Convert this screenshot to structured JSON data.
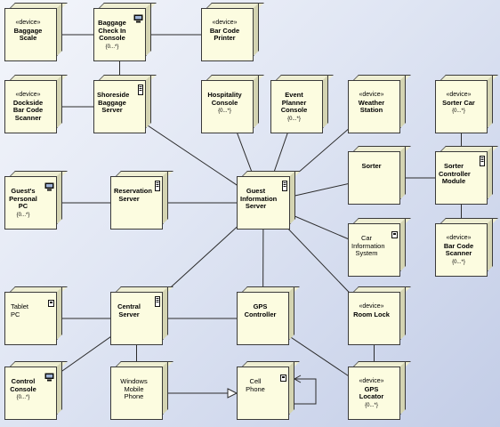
{
  "nodes": [
    {
      "id": "baggage-scale",
      "stereotype": "«device»",
      "name": "Baggage Scale",
      "multiplicity": ""
    },
    {
      "id": "baggage-check-in",
      "stereotype": "",
      "name": "Baggage Check In Console",
      "multiplicity": "{0...*}"
    },
    {
      "id": "bar-code-printer",
      "stereotype": "«device»",
      "name": "Bar Code Printer",
      "multiplicity": ""
    },
    {
      "id": "dockside-scanner",
      "stereotype": "«device»",
      "name": "Dockside Bar Code Scanner",
      "multiplicity": ""
    },
    {
      "id": "shoreside-server",
      "stereotype": "",
      "name": "Shoreside Baggage Server",
      "multiplicity": ""
    },
    {
      "id": "hospitality-console",
      "stereotype": "",
      "name": "Hospitality Console",
      "multiplicity": "{0...*}"
    },
    {
      "id": "event-planner",
      "stereotype": "",
      "name": "Event Planner Console",
      "multiplicity": "{0...*}"
    },
    {
      "id": "weather-station",
      "stereotype": "«device»",
      "name": "Weather Station",
      "multiplicity": ""
    },
    {
      "id": "sorter-car",
      "stereotype": "«device»",
      "name": "Sorter Car",
      "multiplicity": "{0...*}"
    },
    {
      "id": "guests-pc",
      "stereotype": "",
      "name": "Guest's Personal PC",
      "multiplicity": "{0...*}"
    },
    {
      "id": "reservation-server",
      "stereotype": "",
      "name": "Reservation Server",
      "multiplicity": ""
    },
    {
      "id": "guest-info-server",
      "stereotype": "",
      "name": "Guest Information Server",
      "multiplicity": ""
    },
    {
      "id": "sorter",
      "stereotype": "",
      "name": "Sorter",
      "multiplicity": ""
    },
    {
      "id": "sorter-controller",
      "stereotype": "",
      "name": "Sorter Controller Module",
      "multiplicity": ""
    },
    {
      "id": "car-info-system",
      "stereotype": "",
      "name": "Car Information System",
      "multiplicity": ""
    },
    {
      "id": "bar-code-scanner",
      "stereotype": "«device»",
      "name": "Bar Code Scanner",
      "multiplicity": "{0...*}"
    },
    {
      "id": "tablet-pc",
      "stereotype": "",
      "name": "Tablet PC",
      "multiplicity": ""
    },
    {
      "id": "central-server",
      "stereotype": "",
      "name": "Central Server",
      "multiplicity": ""
    },
    {
      "id": "gps-controller",
      "stereotype": "",
      "name": "GPS Controller",
      "multiplicity": ""
    },
    {
      "id": "room-lock",
      "stereotype": "«device»",
      "name": "Room Lock",
      "multiplicity": ""
    },
    {
      "id": "control-console",
      "stereotype": "",
      "name": "Control Console",
      "multiplicity": "{0...*}"
    },
    {
      "id": "windows-mobile",
      "stereotype": "",
      "name": "Windows Mobile Phone",
      "multiplicity": ""
    },
    {
      "id": "cell-phone",
      "stereotype": "",
      "name": "Cell Phone",
      "multiplicity": ""
    },
    {
      "id": "gps-locator",
      "stereotype": "«device»",
      "name": "GPS Locator",
      "multiplicity": "{0...*}"
    }
  ],
  "links": [
    [
      "baggage-scale",
      "baggage-check-in"
    ],
    [
      "baggage-check-in",
      "bar-code-printer"
    ],
    [
      "baggage-check-in",
      "shoreside-server"
    ],
    [
      "dockside-scanner",
      "shoreside-server"
    ],
    [
      "shoreside-server",
      "guest-info-server"
    ],
    [
      "hospitality-console",
      "guest-info-server"
    ],
    [
      "event-planner",
      "guest-info-server"
    ],
    [
      "weather-station",
      "guest-info-server"
    ],
    [
      "guests-pc",
      "reservation-server"
    ],
    [
      "reservation-server",
      "guest-info-server"
    ],
    [
      "guest-info-server",
      "sorter"
    ],
    [
      "sorter",
      "sorter-controller"
    ],
    [
      "sorter-car",
      "sorter-controller"
    ],
    [
      "sorter-controller",
      "bar-code-scanner"
    ],
    [
      "guest-info-server",
      "car-info-system"
    ],
    [
      "guest-info-server",
      "central-server"
    ],
    [
      "guest-info-server",
      "gps-controller"
    ],
    [
      "guest-info-server",
      "room-lock"
    ],
    [
      "tablet-pc",
      "central-server"
    ],
    [
      "central-server",
      "gps-controller"
    ],
    [
      "control-console",
      "central-server"
    ],
    [
      "central-server",
      "windows-mobile"
    ],
    [
      "gps-controller",
      "gps-locator"
    ],
    [
      "room-lock",
      "gps-locator"
    ]
  ],
  "generalizations": [
    [
      "windows-mobile",
      "cell-phone"
    ]
  ],
  "self_links": [
    "cell-phone"
  ],
  "icon_legend": {
    "computer": "computer-icon",
    "device": "device-icon"
  }
}
